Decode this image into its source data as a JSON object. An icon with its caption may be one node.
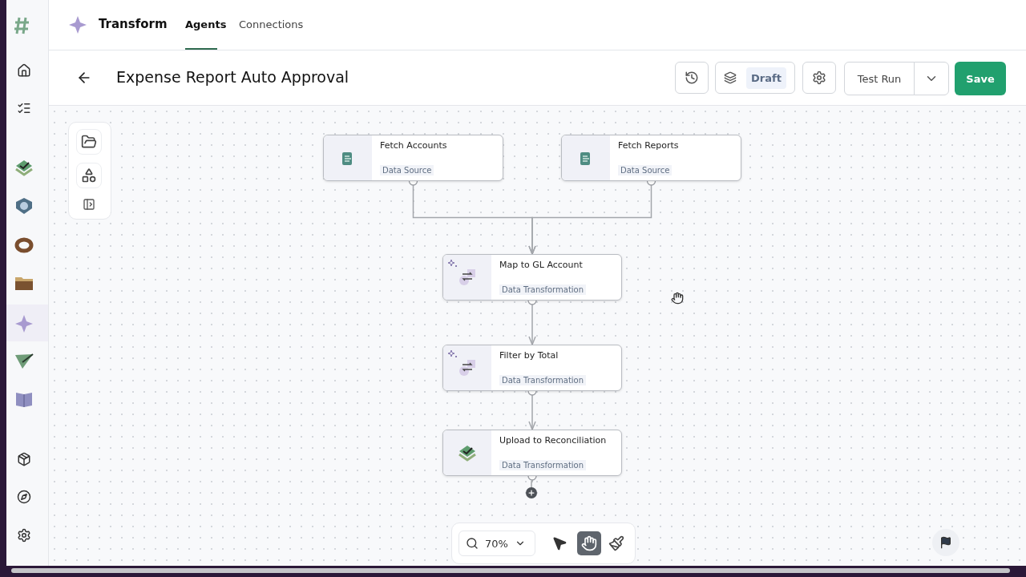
{
  "diagram": {
    "title": "Expense Report Auto Approval",
    "nodes": [
      {
        "text": [
          "Fetch Accounts",
          "Data Source"
        ]
      },
      {
        "text": [
          "Fetch Reports",
          "Data Source"
        ]
      },
      {
        "text": [
          "Map to GL Account",
          "Data Transformation"
        ]
      },
      {
        "text": [
          "Filter by Total",
          "Data Transformation"
        ]
      },
      {
        "text": [
          "Upload to Reconciliation",
          "Data Transformation"
        ]
      },
      {
        "text": [],
        "shape": "circle"
      }
    ],
    "edges": [
      {
        "from": 0,
        "to": 2,
        "arrow": "to"
      },
      {
        "from": 1,
        "to": 2,
        "arrow": "to"
      },
      {
        "from": 2,
        "to": 3,
        "arrow": "to"
      },
      {
        "from": 3,
        "to": 4,
        "arrow": "to"
      },
      {
        "from": 4,
        "to": 5,
        "arrow": "none"
      }
    ],
    "labels": [
      "Transform",
      "Agents",
      "Connections",
      "Draft",
      "Test Run",
      "Save",
      "70%"
    ]
  }
}
